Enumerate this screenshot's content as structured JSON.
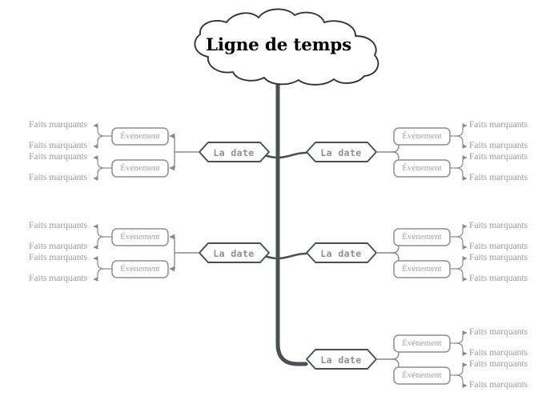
{
  "diagram": {
    "type": "mind-map",
    "title": "Ligne de temps",
    "language": "fr",
    "labels": {
      "root": "Ligne de temps",
      "date": "La date",
      "event": "Événement",
      "fact": "Faits marquants"
    },
    "colors": {
      "background": "#ffffff",
      "trunk": "#4a4f52",
      "cloud_outline": "#333333",
      "cloud_text": "#000000",
      "hexagon_outline": "#4a4f52",
      "hexagon_text": "#8e8e8e",
      "event_outline": "#9a9a9a",
      "event_text": "#a0a0a0",
      "fact_text": "#9a9a9a",
      "connector": "#8a8a8a"
    },
    "branches": [
      {
        "id": "branch-left-top",
        "side": "left",
        "date": "La date",
        "events": [
          {
            "event": "Événement",
            "facts": [
              "Faits marquants",
              "Faits marquants"
            ]
          },
          {
            "event": "Événement",
            "facts": [
              "Faits marquants",
              "Faits marquants"
            ]
          }
        ]
      },
      {
        "id": "branch-left-middle",
        "side": "left",
        "date": "La date",
        "events": [
          {
            "event": "Événement",
            "facts": [
              "Faits marquants",
              "Faits marquants"
            ]
          },
          {
            "event": "Événement",
            "facts": [
              "Faits marquants",
              "Faits marquants"
            ]
          }
        ]
      },
      {
        "id": "branch-right-top",
        "side": "right",
        "date": "La date",
        "events": [
          {
            "event": "Événement",
            "facts": [
              "Faits marquants",
              "Faits marquants"
            ]
          },
          {
            "event": "Événement",
            "facts": [
              "Faits marquants",
              "Faits marquants"
            ]
          }
        ]
      },
      {
        "id": "branch-right-middle",
        "side": "right",
        "date": "La date",
        "events": [
          {
            "event": "Événement",
            "facts": [
              "Faits marquants",
              "Faits marquants"
            ]
          },
          {
            "event": "Événement",
            "facts": [
              "Faits marquants",
              "Faits marquants"
            ]
          }
        ]
      },
      {
        "id": "branch-right-bottom",
        "side": "right",
        "date": "La date",
        "events": [
          {
            "event": "Événement",
            "facts": [
              "Faits marquants",
              "Faits marquants"
            ]
          },
          {
            "event": "Événement",
            "facts": [
              "Faits marquants",
              "Faits marquants"
            ]
          }
        ]
      }
    ]
  }
}
